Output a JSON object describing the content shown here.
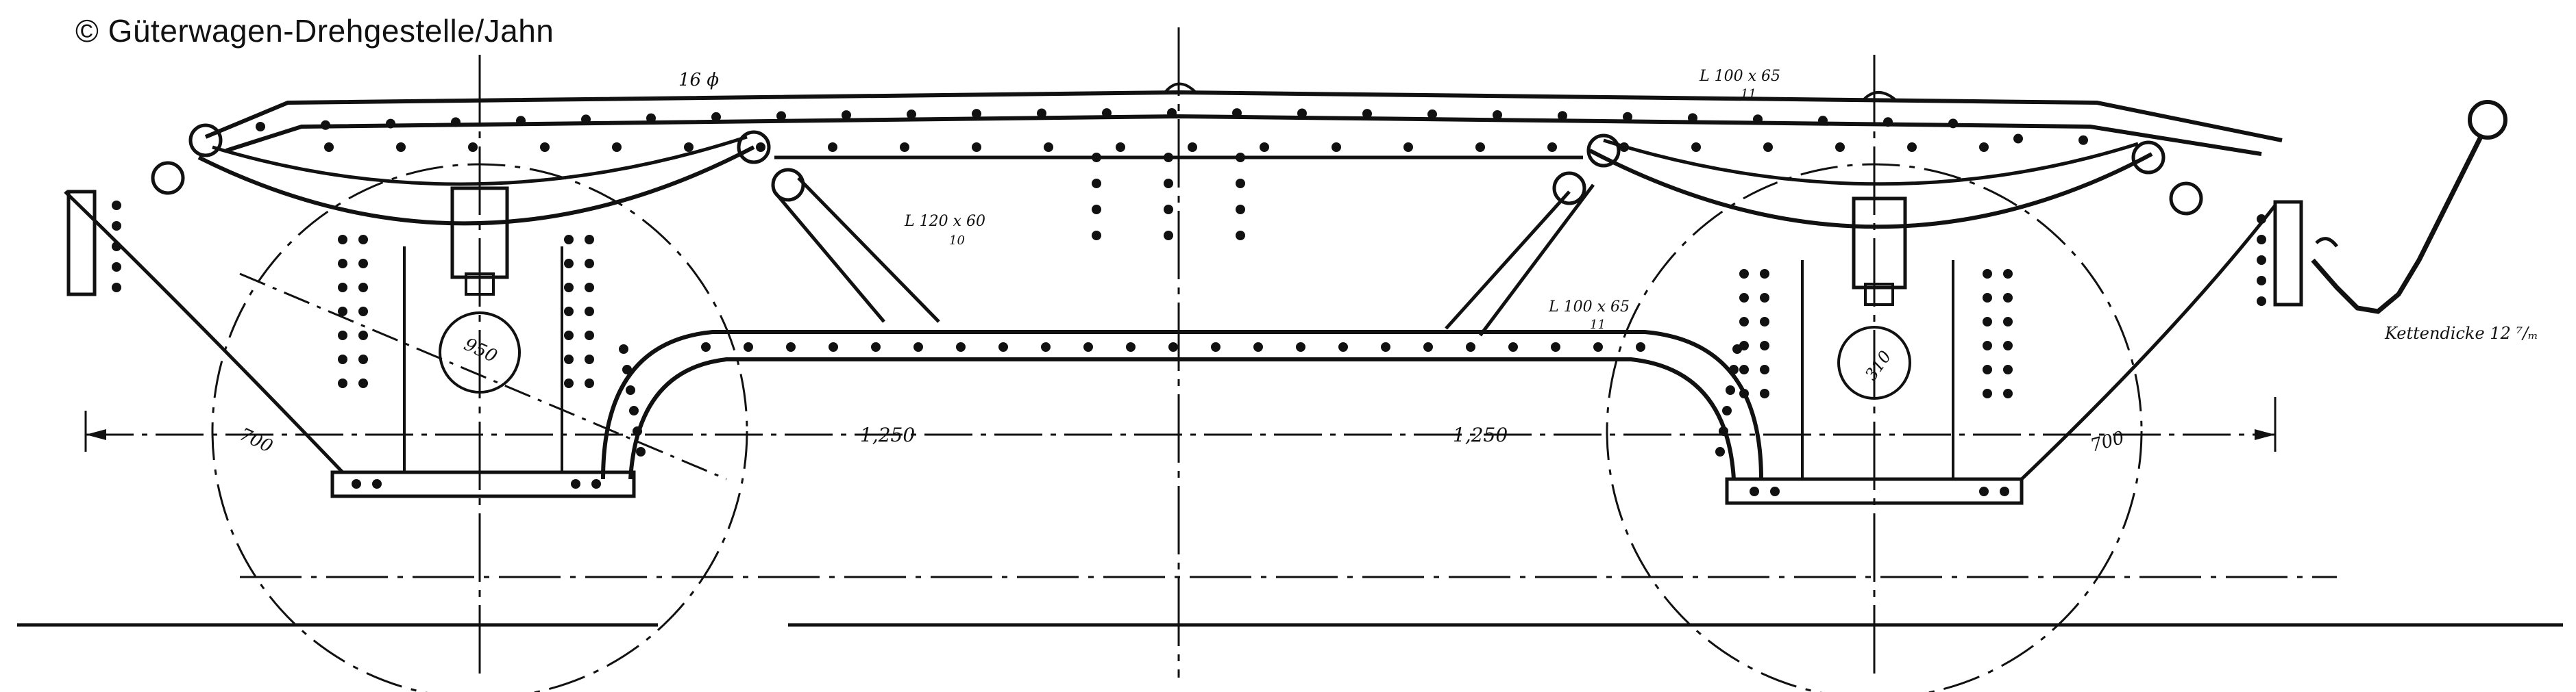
{
  "copyright": "© Güterwagen-Drehgestelle/Jahn",
  "labels": {
    "plate_top": "16 ϕ",
    "angle_top_1": "L 100 x 65",
    "angle_top_2": "11",
    "angle_diag_1": "L 120 x 60",
    "angle_diag_2": "10",
    "angle_lower_1": "L 100 x 65",
    "angle_lower_2": "11",
    "wheel_dia_left": "950",
    "wheel_dia_right": "310",
    "dim_left": "700",
    "dim_mid_left": "1,250",
    "dim_mid_right": "1,250",
    "dim_right": "700",
    "chain_note": "Kettendicke 12 ⁷/ₘ"
  }
}
